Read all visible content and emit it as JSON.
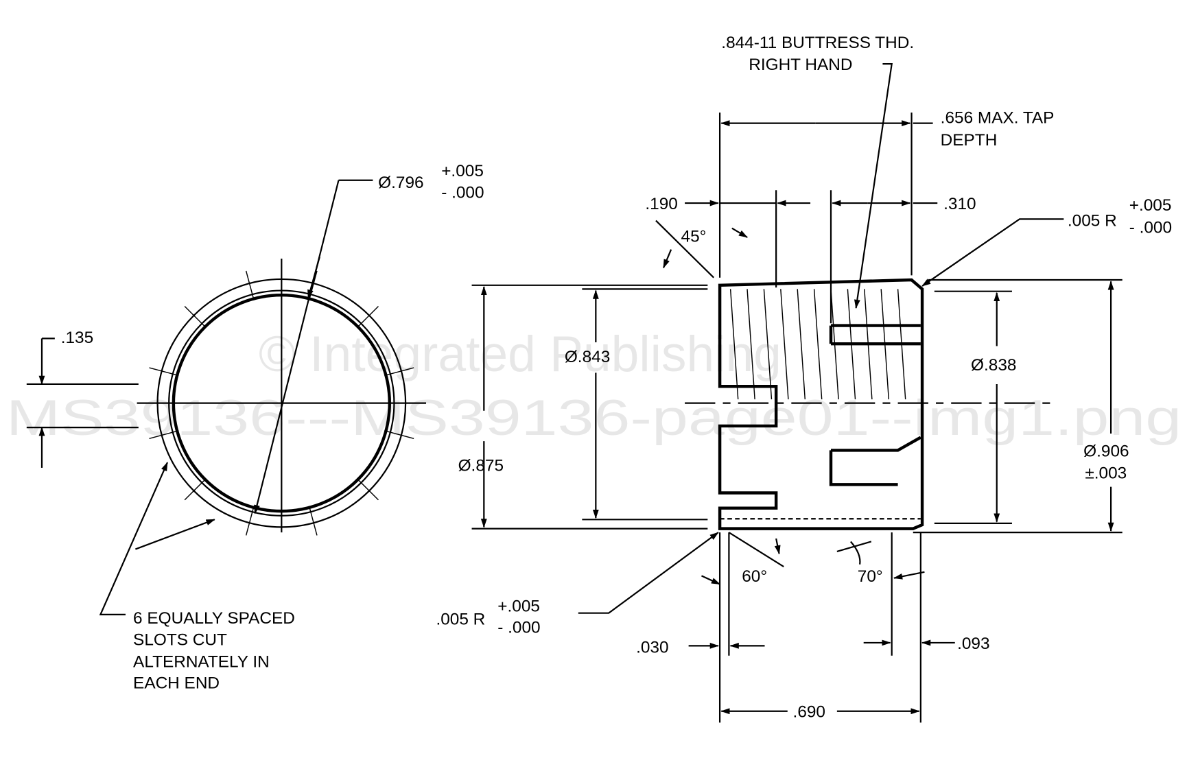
{
  "end_view": {
    "dia_796": "Ø.796",
    "tol_plus": "+.005",
    "tol_minus": "- .000",
    "dim_135": ".135",
    "note": [
      "6 EQUALLY SPACED",
      "SLOTS CUT",
      "ALTERNATELY IN",
      "EACH END"
    ]
  },
  "side_view": {
    "thread_note": [
      ".844-11 BUTTRESS THD.",
      "RIGHT HAND"
    ],
    "tap_depth": [
      ".656 MAX. TAP",
      "DEPTH"
    ],
    "dim_190": ".190",
    "dim_310": ".310",
    "angle_45": "45°",
    "radius_top": ".005 R",
    "radius_top_plus": "+.005",
    "radius_top_minus": "- .000",
    "dia_843": "Ø.843",
    "dia_875": "Ø.875",
    "dia_838": "Ø.838",
    "dia_906": "Ø.906",
    "dia_906_tol": "±.003",
    "angle_60": "60°",
    "angle_70": "70°",
    "radius_bottom": ".005 R",
    "radius_bottom_plus": "+.005",
    "radius_bottom_minus": "- .000",
    "dim_030": ".030",
    "dim_093": ".093",
    "dim_690": ".690"
  },
  "watermark": [
    "© Integrated Publishing",
    "MS39136---MS39136-page01--img1.png"
  ]
}
